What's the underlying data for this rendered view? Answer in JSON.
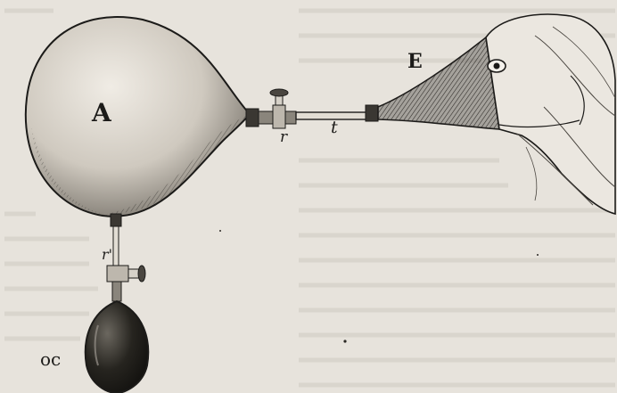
{
  "figure": {
    "labels": {
      "balloon": "A",
      "mask": "E",
      "stopcock_upper": "r",
      "tube": "t",
      "stopcock_lower": "r'",
      "bulb": "oc"
    },
    "colors": {
      "paper": "#e7e3dc",
      "ink": "#1c1b19"
    }
  }
}
